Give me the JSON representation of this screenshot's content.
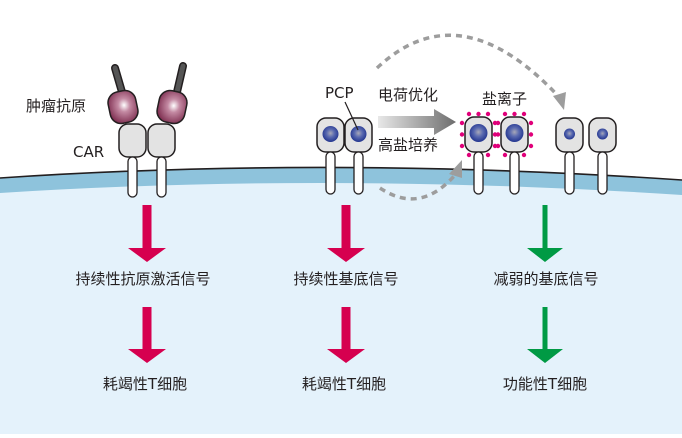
{
  "colors": {
    "background": "#ffffff",
    "cytoplasm": "#e4f2fb",
    "membrane": "#8ec3dc",
    "membrane_edge": "#231f20",
    "antigen": "#8e3d5e",
    "receptor": "#e3e3e3",
    "pcp": "#2b3c97",
    "salt_ion": "#e0007a",
    "exhaust_arrow": "#d6004f",
    "functional_arrow": "#009a44",
    "dashed_arrow": "#9d9d9d"
  },
  "labels": {
    "tumor_antigen": "肿瘤抗原",
    "car": "CAR",
    "pcp": "PCP",
    "charge_optimization": "电荷优化",
    "high_salt_culture": "高盐培养",
    "salt_ions": "盐离子"
  },
  "columns": [
    {
      "signal": "持续性抗原激活信号",
      "outcome": "耗竭性T细胞",
      "arrow": "exhaust"
    },
    {
      "signal": "持续性基底信号",
      "outcome": "耗竭性T细胞",
      "arrow": "exhaust"
    },
    {
      "signal": "减弱的基底信号",
      "outcome": "功能性T细胞",
      "arrow": "functional"
    }
  ]
}
